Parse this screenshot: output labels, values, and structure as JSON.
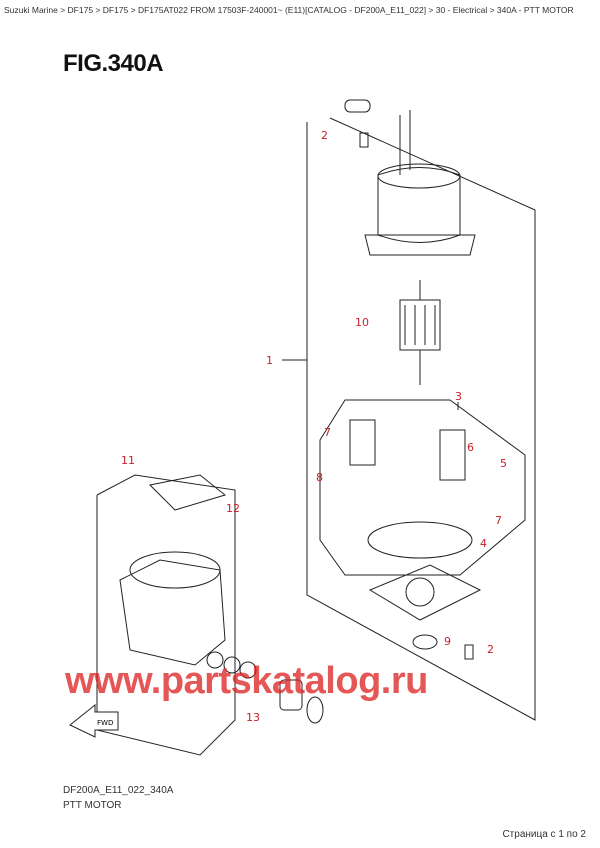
{
  "breadcrumb": "Suzuki Marine > DF175 > DF175 > DF175AT022 FROM 17503F-240001~ (E11)[CATALOG - DF200A_E11_022] > 30 - Electrical > 340A - PTT MOTOR",
  "figure_title": "FIG.340A",
  "callouts": [
    "1",
    "2",
    "2",
    "3",
    "4",
    "5",
    "6",
    "7",
    "7",
    "8",
    "9",
    "10",
    "11",
    "12",
    "13"
  ],
  "fwd_label": "FWD",
  "drawing_code": "DF200A_E11_022_340A",
  "caption": "PTT MOTOR",
  "watermark": "www.partskatalog.ru",
  "pagination": "Страница с 1 по 2",
  "colors": {
    "callout": "#c8202a",
    "line": "#222222"
  }
}
